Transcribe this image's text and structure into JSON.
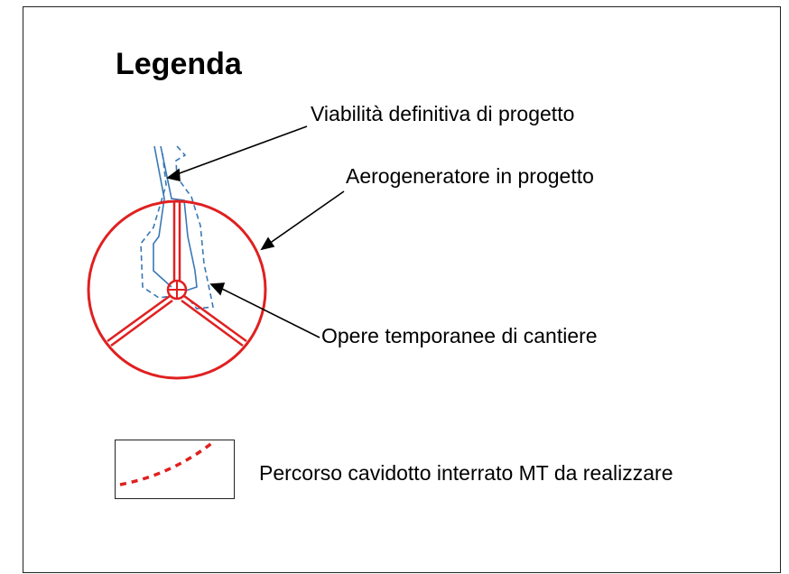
{
  "legend": {
    "title": "Legenda",
    "items": {
      "viabilita": "Viabilità definitiva di progetto",
      "aerogeneratore": "Aerogeneratore in progetto",
      "opere_temporanee": "Opere temporanee di cantiere",
      "cavidotto": "Percorso cavidotto interrato MT da realizzare"
    }
  },
  "colors": {
    "turbine_red": "#e02020",
    "road_blue": "#3a78b5",
    "leader_black": "#000000"
  }
}
